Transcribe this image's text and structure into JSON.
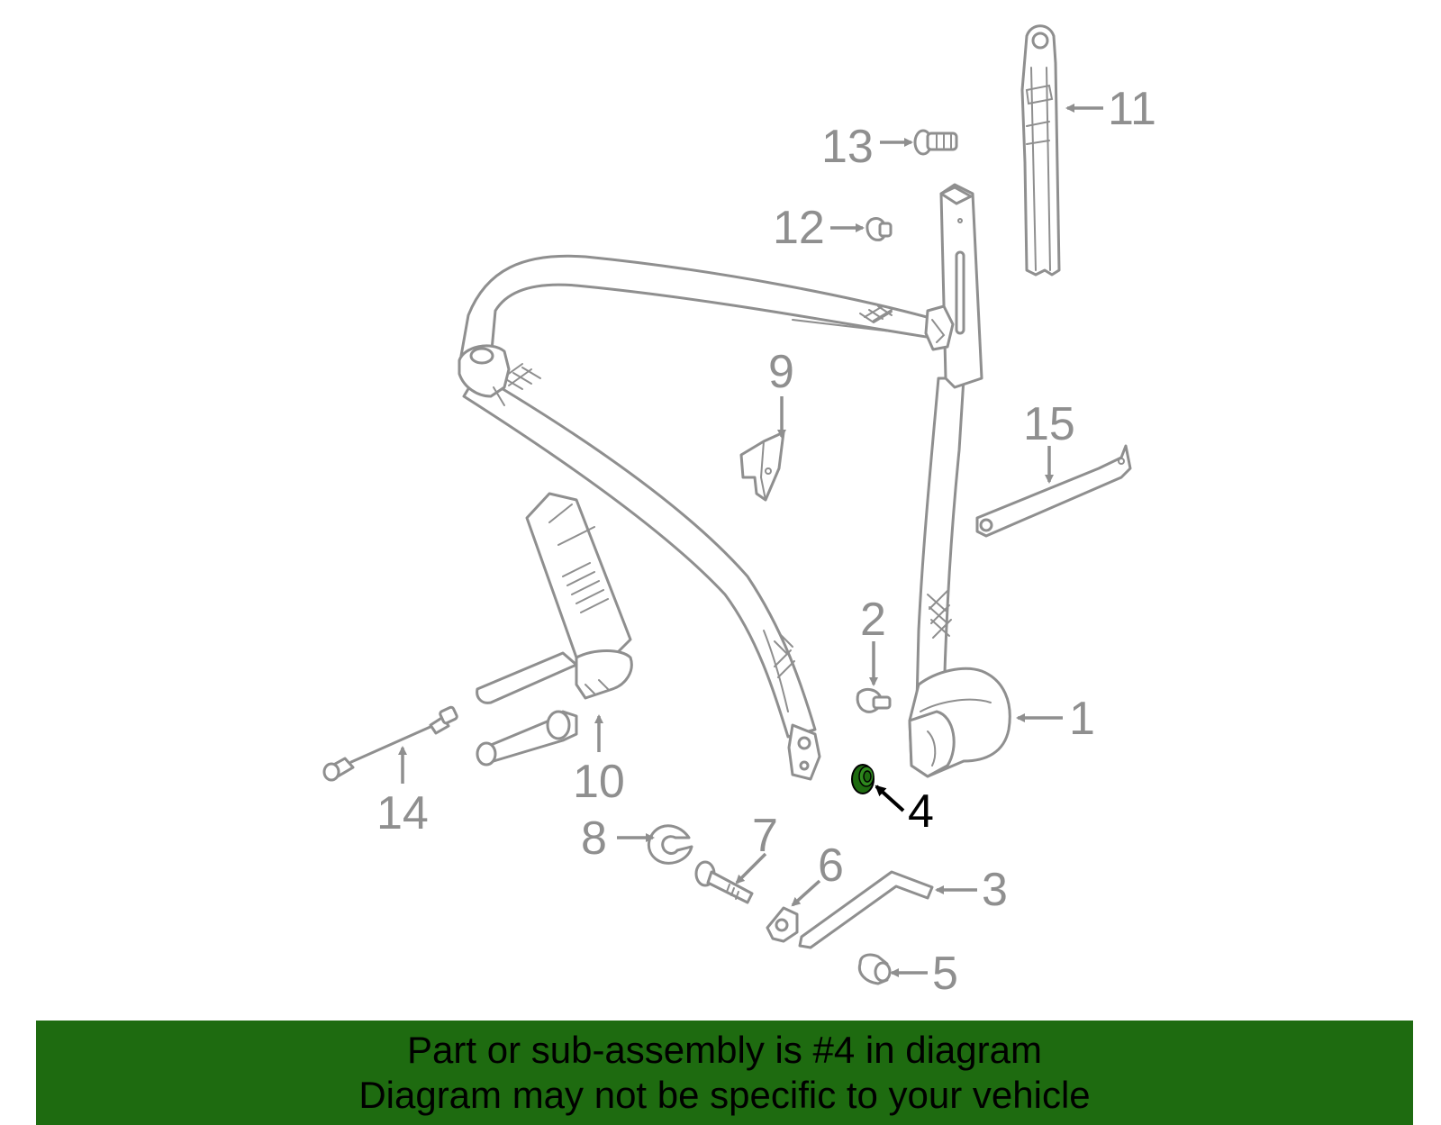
{
  "callouts": {
    "c1": "1",
    "c2": "2",
    "c3": "3",
    "c4": "4",
    "c5": "5",
    "c6": "6",
    "c7": "7",
    "c8": "8",
    "c9": "9",
    "c10": "10",
    "c11": "11",
    "c12": "12",
    "c13": "13",
    "c14": "14",
    "c15": "15"
  },
  "highlight": {
    "part_number": "4",
    "color": "#1e6b10"
  },
  "banner": {
    "line1": "Part or sub-assembly is #4 in diagram",
    "line2": "Diagram may not be specific to your vehicle",
    "background": "#1e6b10"
  }
}
